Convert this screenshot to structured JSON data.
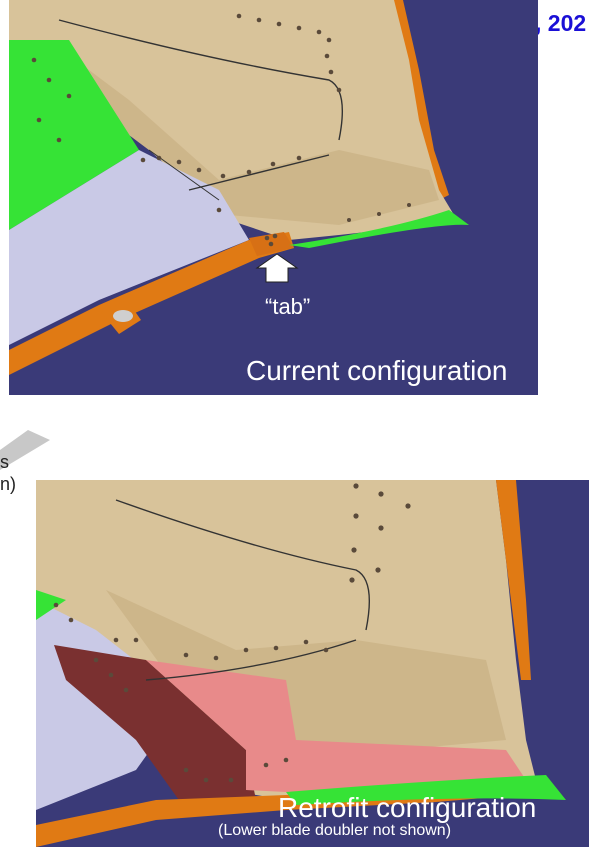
{
  "header": {
    "title_fragment": ", 202"
  },
  "side_note": {
    "line1": "s",
    "line2": "n)"
  },
  "top_panel": {
    "tab_label": "“tab”",
    "caption": "Current configuration"
  },
  "bottom_panel": {
    "caption": "Retrofit configuration",
    "subcaption": "(Lower blade doubler not shown)"
  },
  "colors": {
    "background_navy": "#3a3a78",
    "skin_tan": "#d8c39a",
    "skin_tan_dark": "#c4ac7e",
    "panel_lavender": "#c9c9e6",
    "primer_green": "#36e336",
    "edge_orange": "#e07a14",
    "doubler_pink": "#e88a8a",
    "doubler_maroon": "#7a3030",
    "title_blue": "#1a0fd6"
  }
}
